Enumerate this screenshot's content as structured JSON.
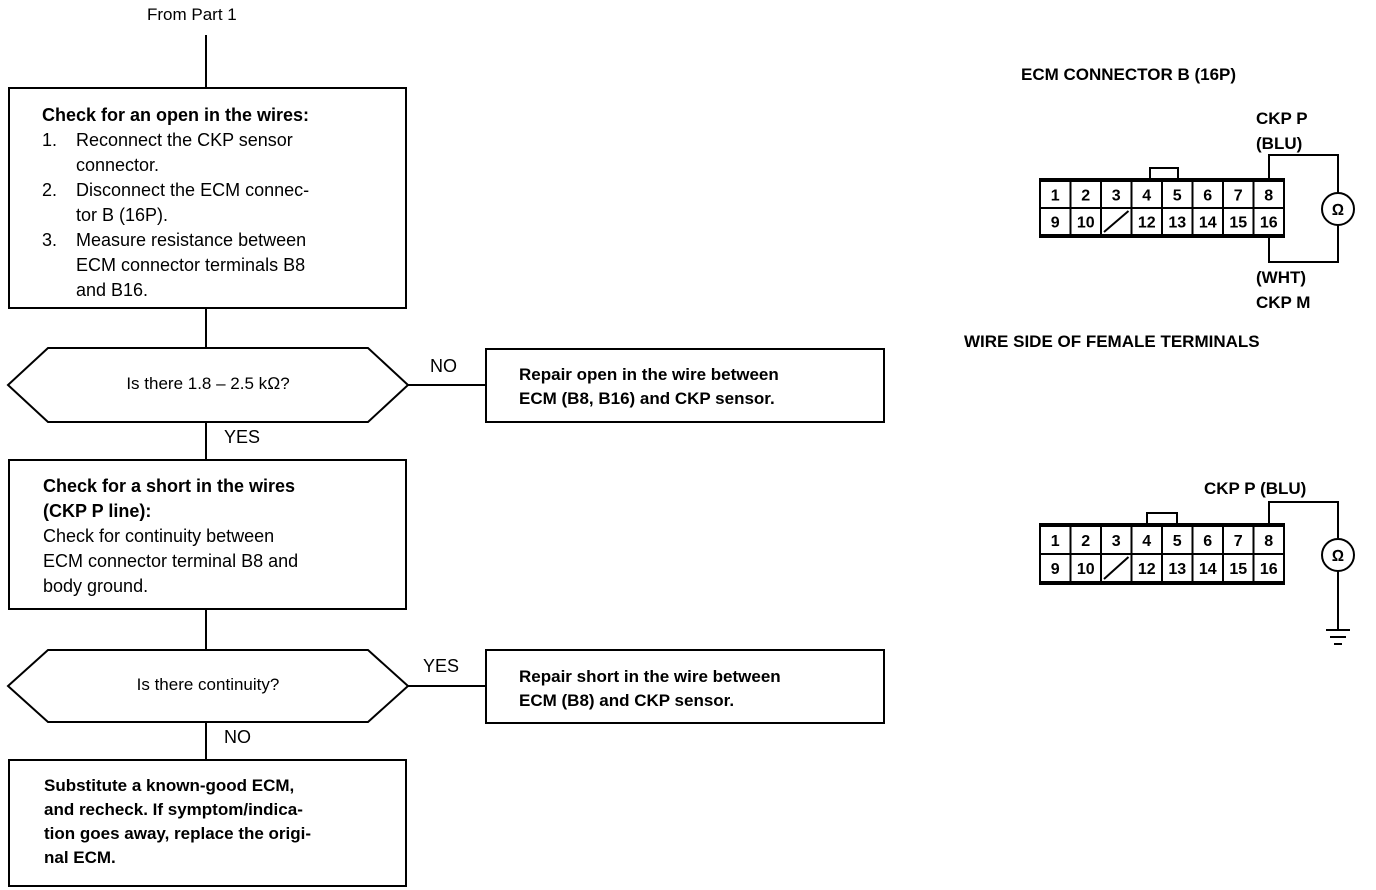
{
  "flow": {
    "start_label": "From Part 1",
    "step1": {
      "title": "Check for an open in the wires:",
      "items": [
        {
          "num": "1.",
          "lines": [
            "Reconnect the CKP sensor",
            "connector."
          ]
        },
        {
          "num": "2.",
          "lines": [
            "Disconnect the ECM connec-",
            "tor B (16P)."
          ]
        },
        {
          "num": "3.",
          "lines": [
            "Measure resistance between",
            "ECM connector terminals B8",
            "and B16."
          ]
        }
      ]
    },
    "decision1": {
      "question": "Is there 1.8 – 2.5 kΩ?",
      "no_label": "NO",
      "yes_label": "YES"
    },
    "repair1": {
      "lines": [
        "Repair open in the wire between",
        "ECM (B8, B16) and CKP sensor."
      ]
    },
    "step2": {
      "title_lines": [
        "Check for a short in the wires",
        "(CKP P line):"
      ],
      "body_lines": [
        "Check for continuity between",
        "ECM connector terminal B8 and",
        "body ground."
      ]
    },
    "decision2": {
      "question": "Is there continuity?",
      "yes_label": "YES",
      "no_label": "NO"
    },
    "repair2": {
      "lines": [
        "Repair short in the wire between",
        "ECM (B8) and CKP sensor."
      ]
    },
    "step3": {
      "lines": [
        "Substitute a known-good ECM,",
        "and recheck. If symptom/indica-",
        "tion goes away, replace the origi-",
        "nal ECM."
      ]
    }
  },
  "diagram1": {
    "title": "ECM CONNECTOR B (16P)",
    "top_wire_lines": [
      "CKP P",
      "(BLU)"
    ],
    "bottom_wire_lines": [
      "(WHT)",
      "CKP M"
    ],
    "caption": "WIRE SIDE OF FEMALE TERMINALS",
    "meter_symbol": "Ω",
    "row1": [
      "1",
      "2",
      "3",
      "4",
      "5",
      "6",
      "7",
      "8"
    ],
    "row2": [
      "9",
      "10",
      "",
      "12",
      "13",
      "14",
      "15",
      "16"
    ]
  },
  "diagram2": {
    "top_wire_label": "CKP P (BLU)",
    "meter_symbol": "Ω",
    "row1": [
      "1",
      "2",
      "3",
      "4",
      "5",
      "6",
      "7",
      "8"
    ],
    "row2": [
      "9",
      "10",
      "",
      "12",
      "13",
      "14",
      "15",
      "16"
    ]
  }
}
